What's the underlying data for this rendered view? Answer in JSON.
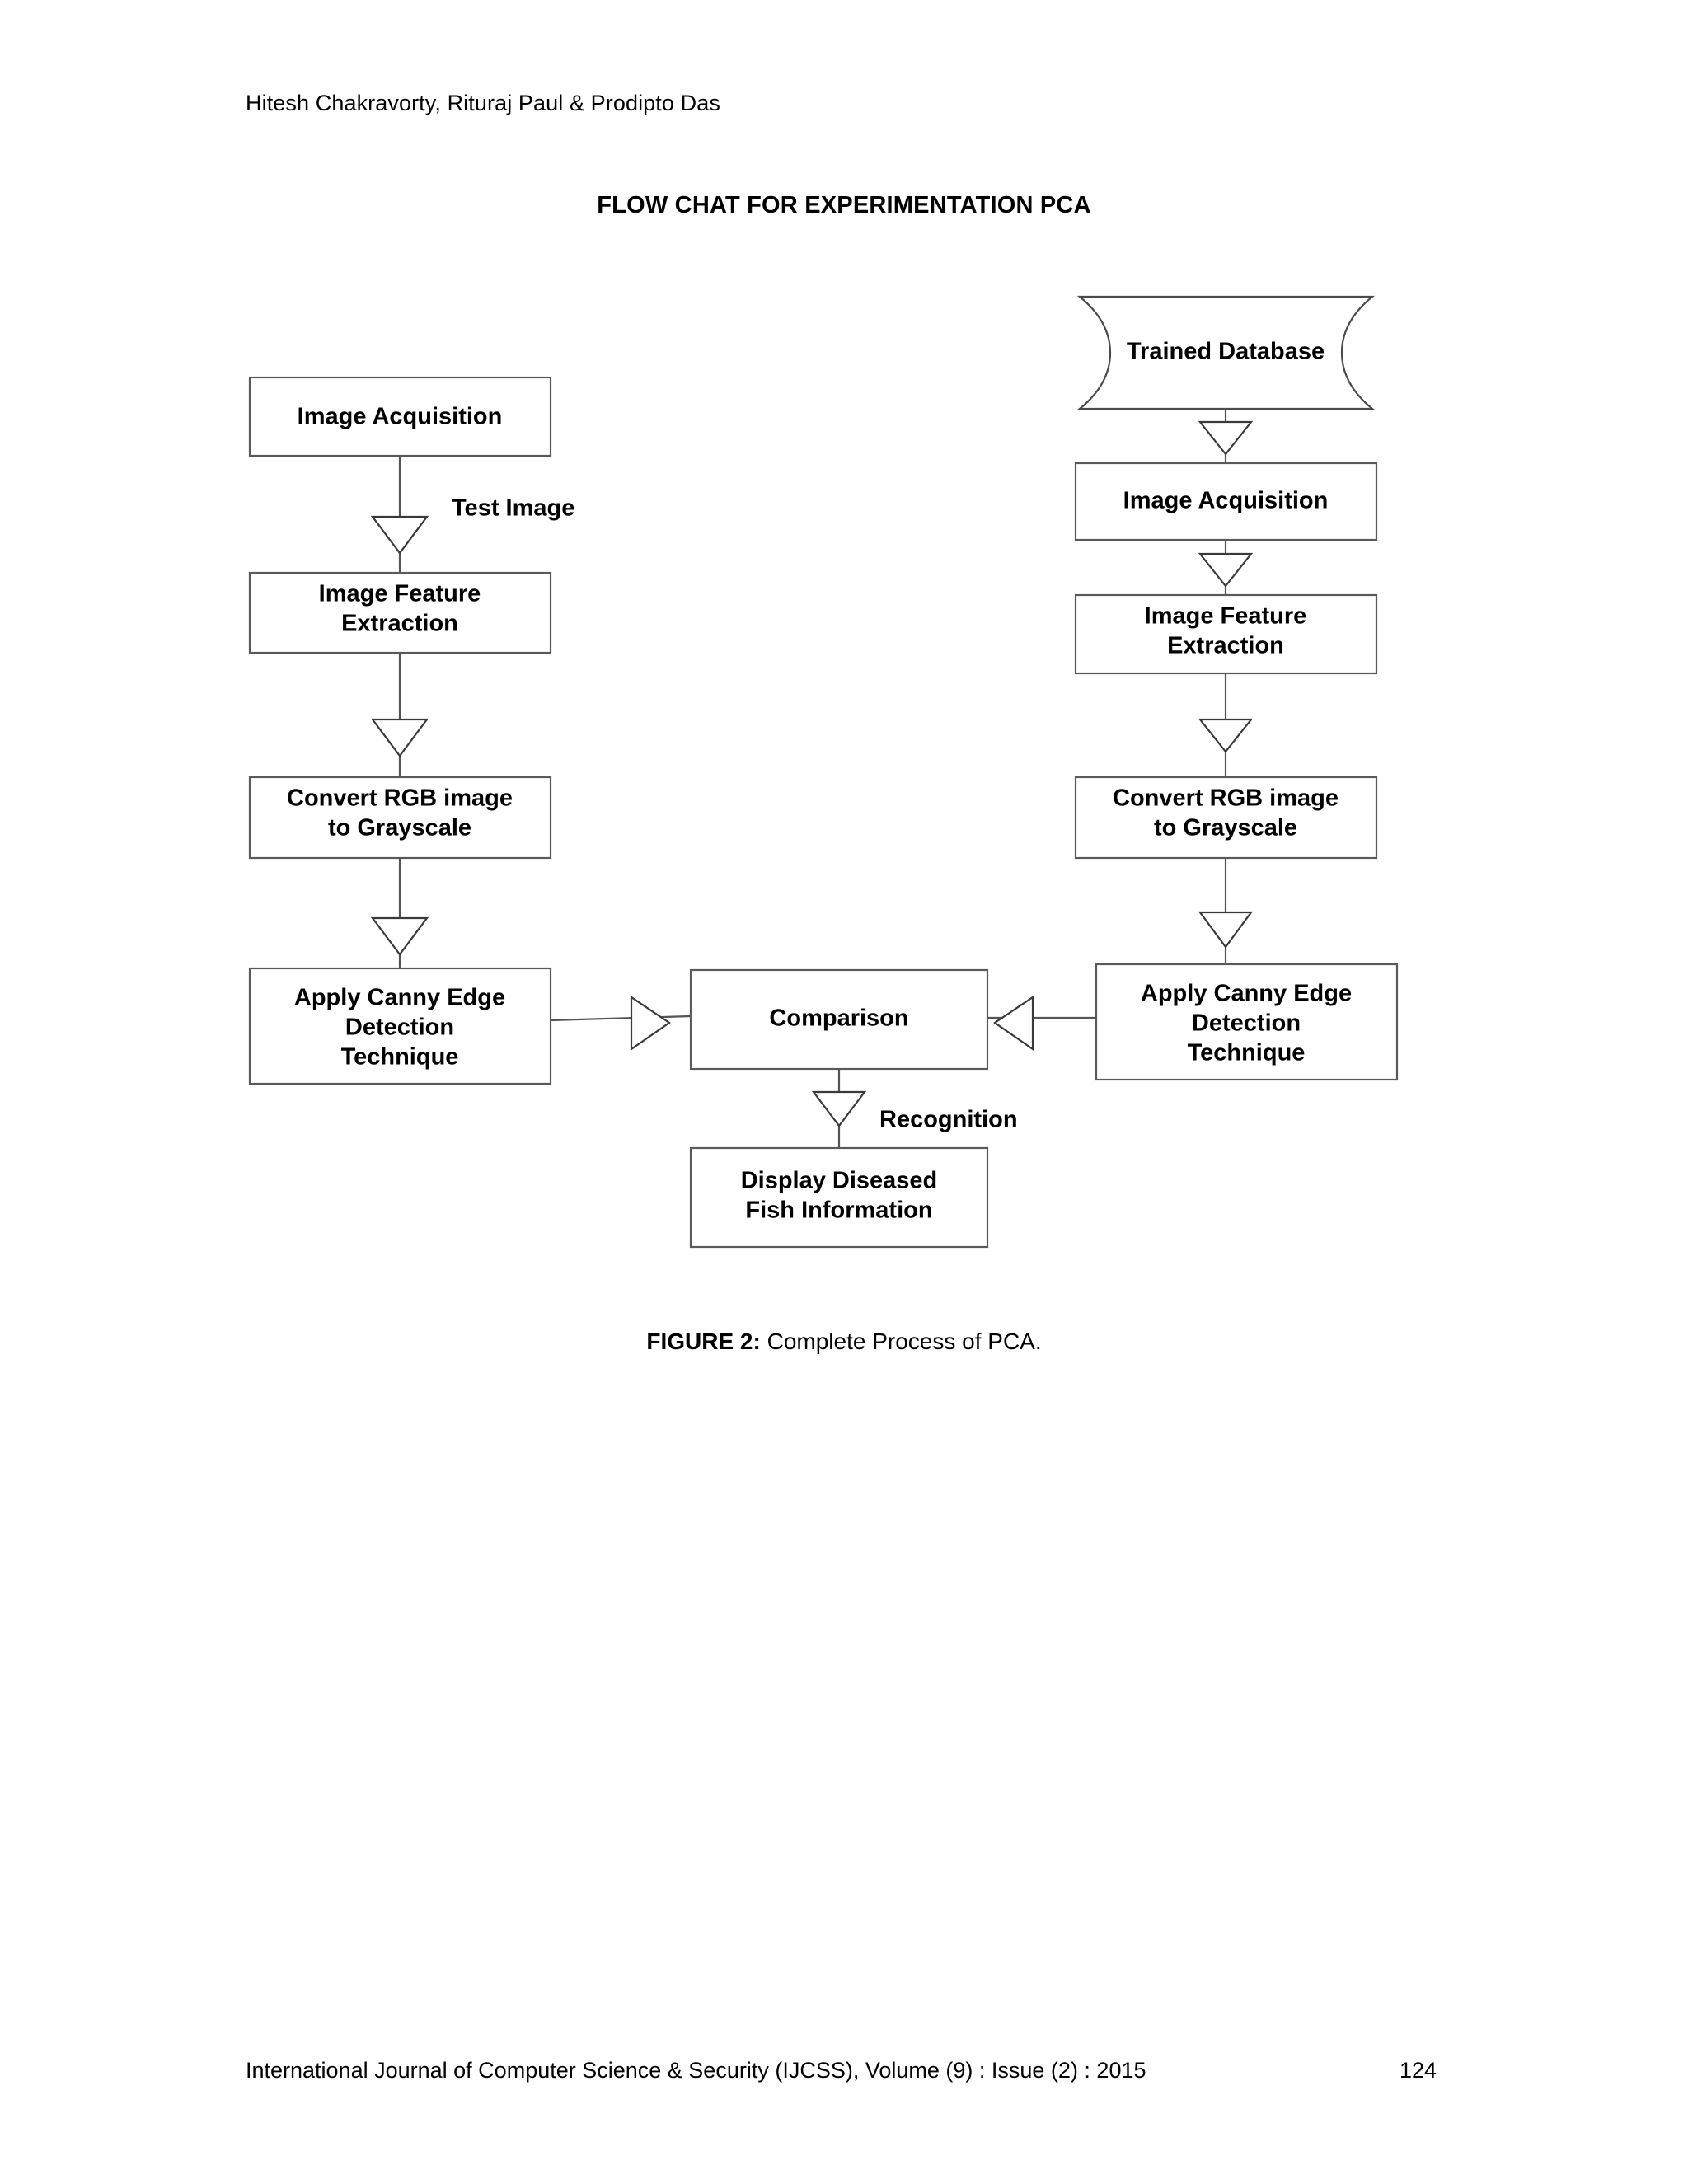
{
  "document": {
    "running_head": "Hitesh Chakravorty, Rituraj Paul & Prodipto Das",
    "figure_title": "FLOW CHAT FOR EXPERIMENTATION PCA",
    "caption_label": "FIGURE 2:",
    "caption_text": " Complete Process of PCA.",
    "footer_text": "International Journal of Computer Science & Security (IJCSS), Volume (9) : Issue (2) : 2015",
    "page_number": "124"
  },
  "colors": {
    "box_stroke": "#5a5a5a",
    "connector_stroke": "#555555",
    "arrowhead_stroke": "#3a3a3a",
    "box_fill": "#ffffff",
    "text": "#000000",
    "page_background": "#ffffff"
  },
  "chart_data": {
    "type": "diagram",
    "diagram_kind": "flowchart",
    "title": "FLOW CHAT FOR EXPERIMENTATION PCA",
    "caption": "FIGURE 2: Complete Process of PCA.",
    "nodes": [
      {
        "id": "left-acq",
        "label": "Image Acquisition",
        "shape": "rectangle",
        "column": "left"
      },
      {
        "id": "left-feat",
        "label_line1": "Image Feature",
        "label_line2": "Extraction",
        "shape": "rectangle",
        "column": "left"
      },
      {
        "id": "left-gray",
        "label_line1": "Convert RGB image",
        "label_line2": "to Grayscale",
        "shape": "rectangle",
        "column": "left"
      },
      {
        "id": "left-canny",
        "label_line1": "Apply Canny Edge",
        "label_line2": "Detection",
        "label_line3": "Technique",
        "shape": "rectangle",
        "column": "left"
      },
      {
        "id": "db",
        "label": "Trained Database",
        "shape": "stored-data",
        "column": "right"
      },
      {
        "id": "right-acq",
        "label": "Image Acquisition",
        "shape": "rectangle",
        "column": "right"
      },
      {
        "id": "right-feat",
        "label_line1": "Image Feature",
        "label_line2": "Extraction",
        "shape": "rectangle",
        "column": "right"
      },
      {
        "id": "right-gray",
        "label_line1": "Convert RGB image",
        "label_line2": "to Grayscale",
        "shape": "rectangle",
        "column": "right"
      },
      {
        "id": "right-canny",
        "label_line1": "Apply Canny Edge",
        "label_line2": "Detection",
        "label_line3": "Technique",
        "shape": "rectangle",
        "column": "right"
      },
      {
        "id": "comparison",
        "label": "Comparison",
        "shape": "rectangle",
        "column": "center"
      },
      {
        "id": "display",
        "label_line1": "Display Diseased",
        "label_line2": "Fish Information",
        "shape": "rectangle",
        "column": "center"
      }
    ],
    "edges": [
      {
        "from": "left-acq",
        "to": "left-feat",
        "label": "Test Image",
        "direction": "down"
      },
      {
        "from": "left-feat",
        "to": "left-gray",
        "label": "",
        "direction": "down"
      },
      {
        "from": "left-gray",
        "to": "left-canny",
        "label": "",
        "direction": "down"
      },
      {
        "from": "db",
        "to": "right-acq",
        "label": "",
        "direction": "down"
      },
      {
        "from": "right-acq",
        "to": "right-feat",
        "label": "",
        "direction": "down"
      },
      {
        "from": "right-feat",
        "to": "right-gray",
        "label": "",
        "direction": "down"
      },
      {
        "from": "right-gray",
        "to": "right-canny",
        "label": "",
        "direction": "down"
      },
      {
        "from": "left-canny",
        "to": "comparison",
        "label": "",
        "direction": "right"
      },
      {
        "from": "right-canny",
        "to": "comparison",
        "label": "",
        "direction": "left"
      },
      {
        "from": "comparison",
        "to": "display",
        "label": "Recognition",
        "direction": "down"
      }
    ],
    "edge_labels": {
      "test_image": "Test Image",
      "recognition": "Recognition"
    }
  }
}
